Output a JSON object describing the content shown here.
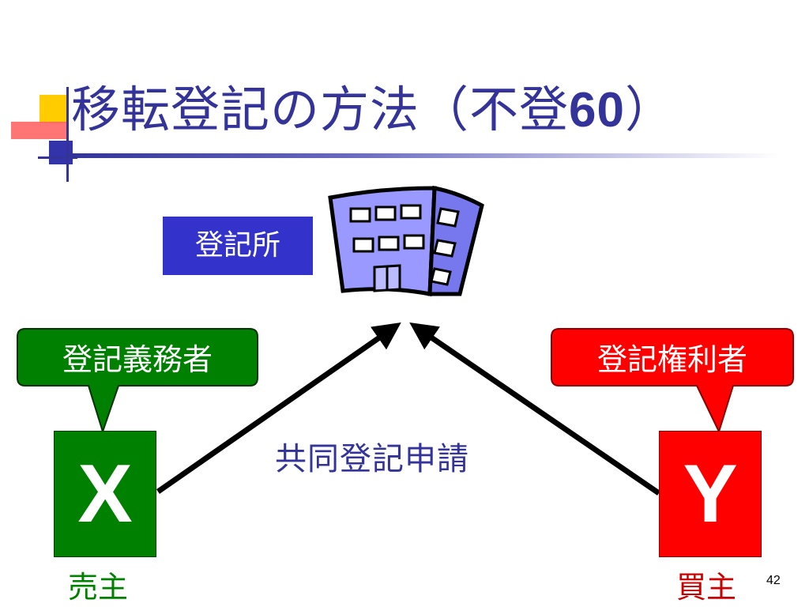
{
  "slide": {
    "title_main": "移転登記の方法（不登",
    "title_num": "60",
    "title_close": "）",
    "page_number": "42"
  },
  "diagram": {
    "office_label": "登記所",
    "obligor_label": "登記義務者",
    "right_holder_label": "登記権利者",
    "party_x": "X",
    "party_y": "Y",
    "seller_label": "売主",
    "buyer_label": "買主",
    "joint_application_label": "共同登記申請"
  },
  "colors": {
    "title": "#333399",
    "obligor": "#008000",
    "right_holder": "#ff0000",
    "office_label_bg": "#3333cc",
    "building": "#9999ff"
  }
}
